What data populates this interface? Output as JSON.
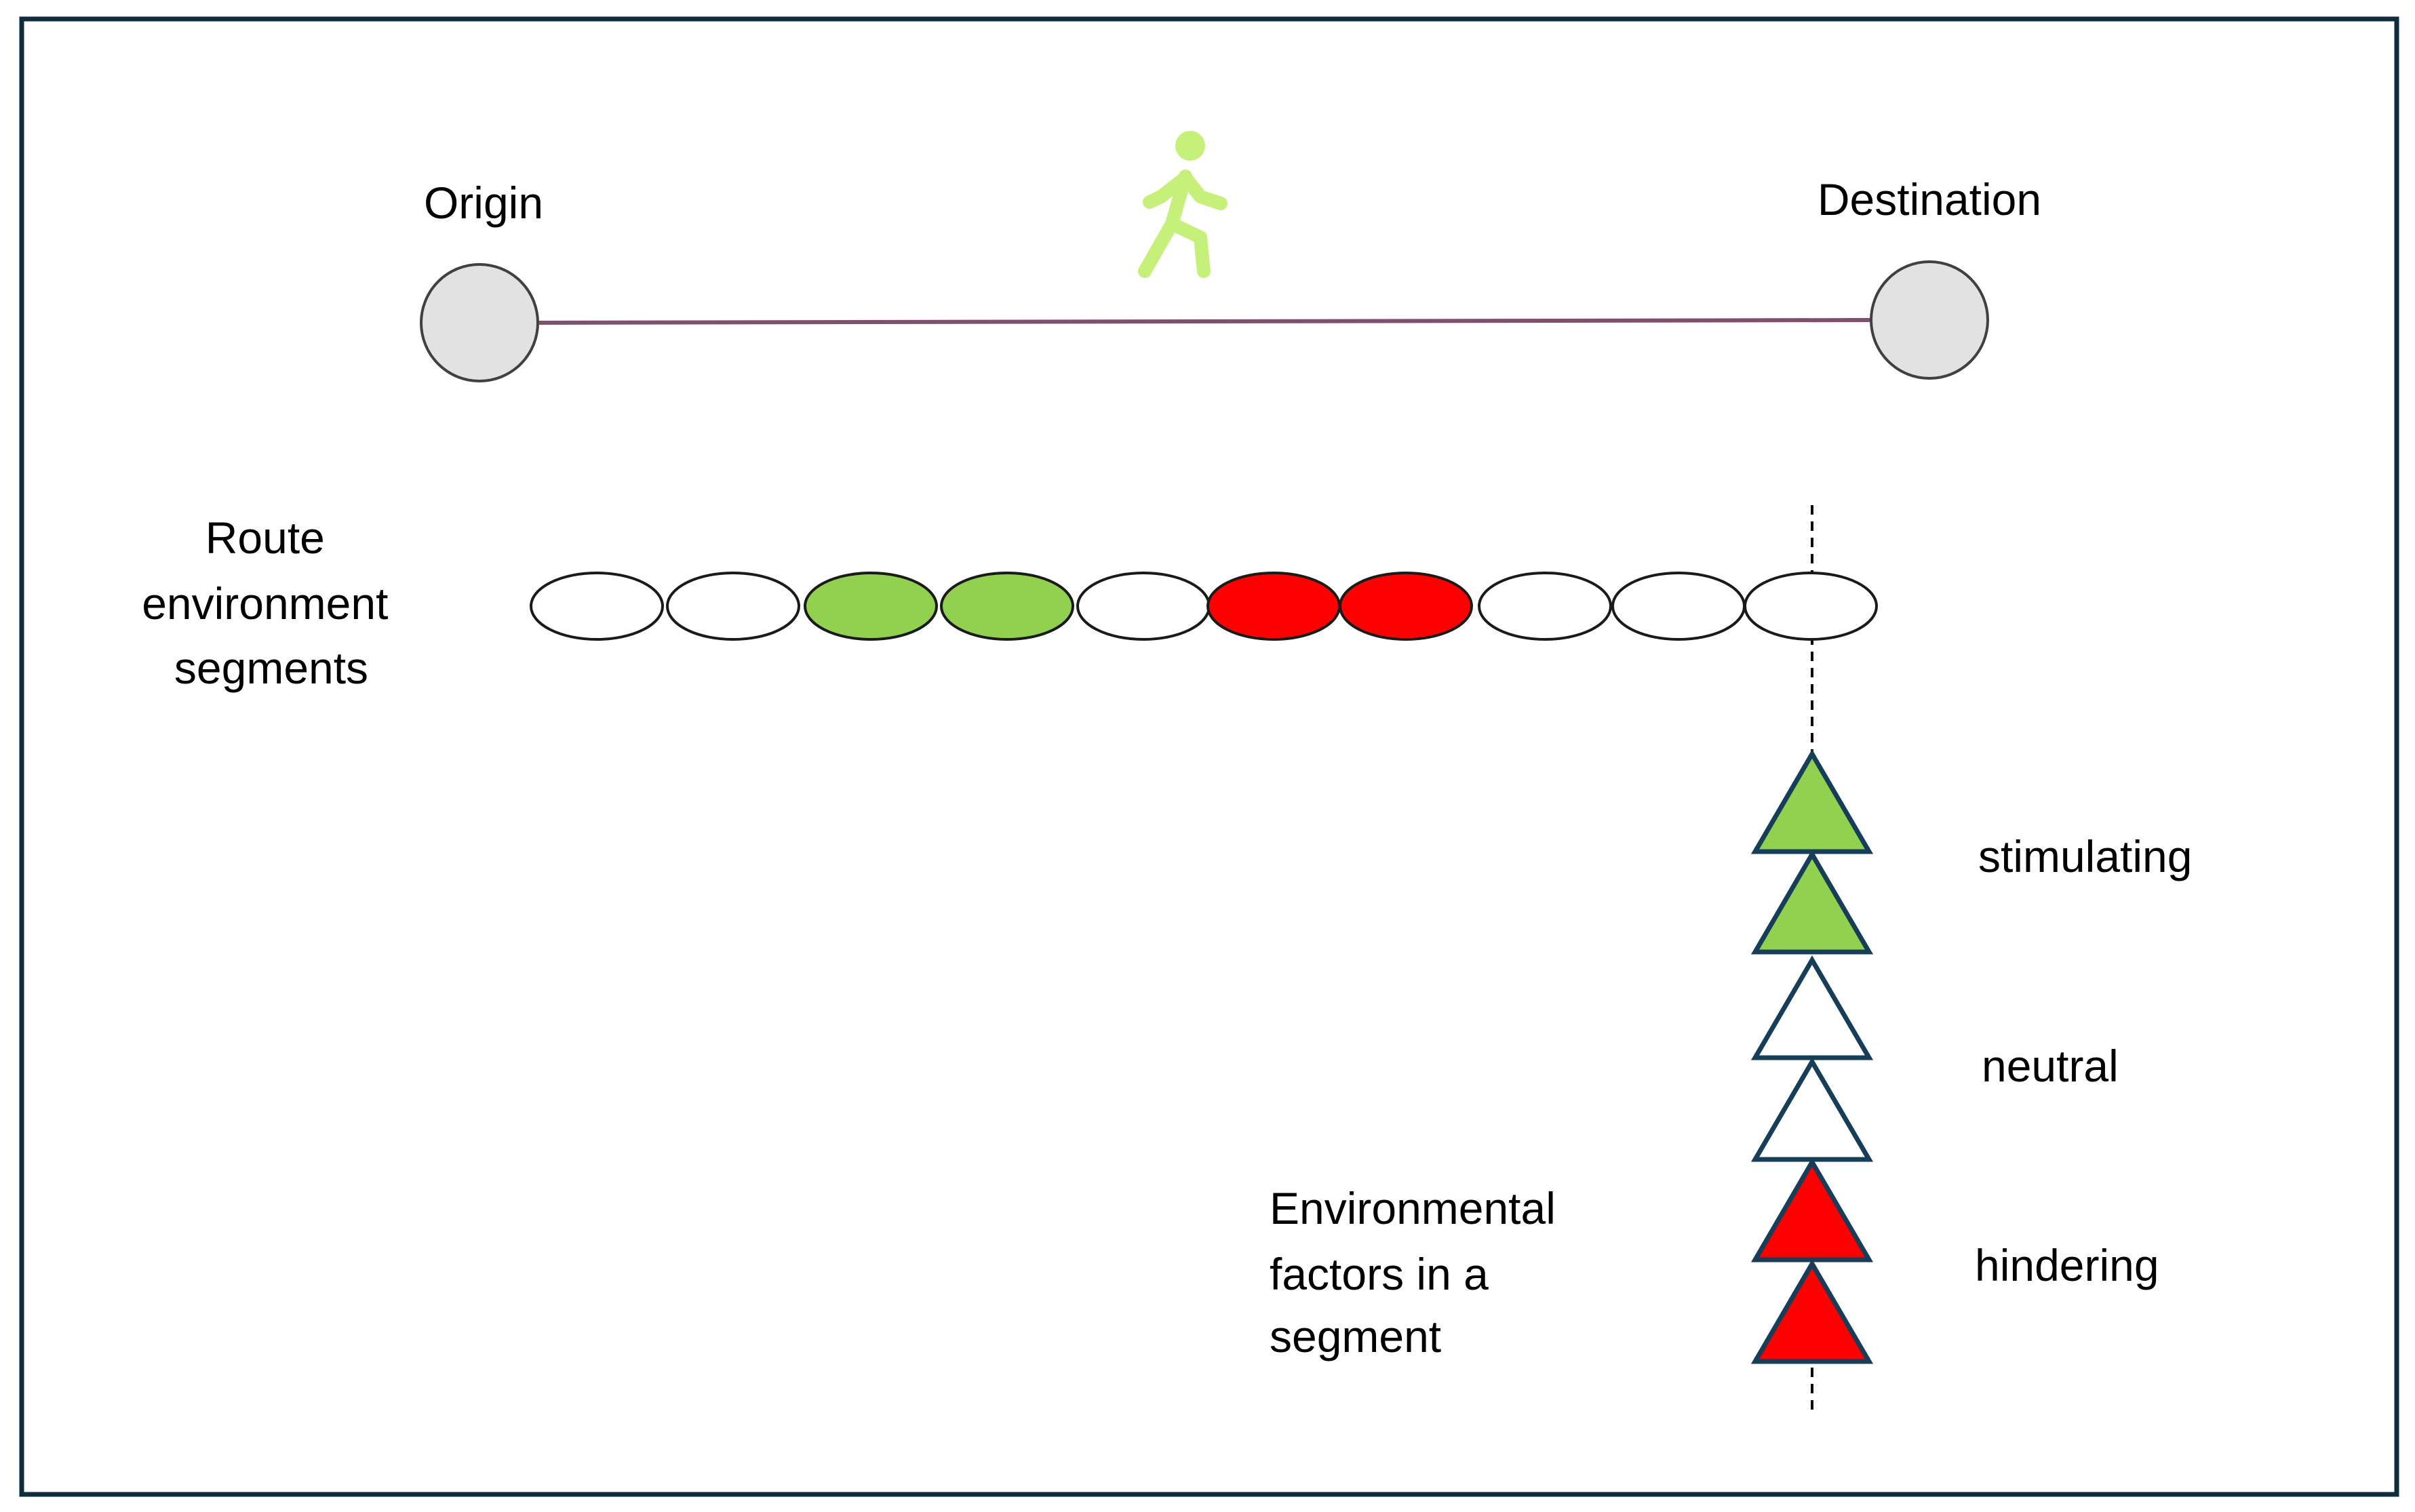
{
  "labels": {
    "origin": "Origin",
    "destination": "Destination",
    "route_segments": [
      "Route",
      "environment",
      "segments"
    ],
    "env_factors": [
      "Environmental",
      "factors in a",
      "segment"
    ],
    "stimulating": "stimulating",
    "neutral": "neutral",
    "hindering": "hindering"
  },
  "icons": {
    "walker": "pedestrian-walking-icon"
  },
  "colors": {
    "stimulating": "#92d050",
    "neutral": "#ffffff",
    "hindering": "#ff0000",
    "frame": "#0f2d3d",
    "route_line": "#7f4f6e",
    "node_fill": "#e2e2e2",
    "triangle_stroke": "#163e58",
    "walker": "#c5f07a"
  },
  "segments": [
    "neutral",
    "neutral",
    "stimulating",
    "stimulating",
    "neutral",
    "hindering",
    "hindering",
    "neutral",
    "neutral",
    "neutral"
  ],
  "factors": [
    "stimulating",
    "stimulating",
    "neutral",
    "neutral",
    "hindering",
    "hindering"
  ]
}
